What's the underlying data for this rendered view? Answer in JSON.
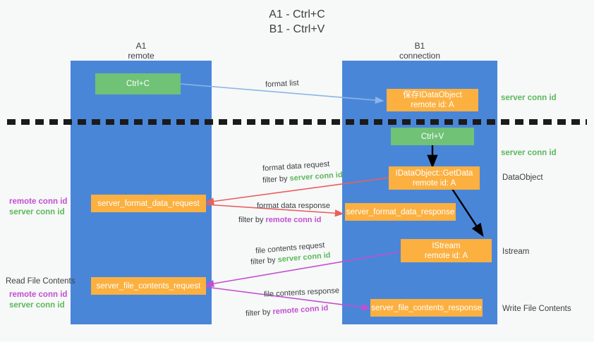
{
  "title": {
    "line1": "A1 - Ctrl+C",
    "line2": "B1 - Ctrl+V"
  },
  "lanes": [
    {
      "id": "a1",
      "name": "A1",
      "subtitle": "remote"
    },
    {
      "id": "b1",
      "name": "B1",
      "subtitle": "connection"
    }
  ],
  "boxes": {
    "ctrl_c": {
      "label": "Ctrl+C"
    },
    "ctrl_v": {
      "label": "Ctrl+V"
    },
    "idataobject_top": {
      "line1": "保存IDataObject",
      "line2": "remote id: A"
    },
    "idataobject_getdata": {
      "line1": "IDataObject::GetData",
      "line2": "remote id: A"
    },
    "istream": {
      "line1": "IStream",
      "line2": "remote id: A"
    },
    "server_format_data_request": {
      "label": "server_format_data_request"
    },
    "server_format_data_response": {
      "label": "server_format_data_response"
    },
    "server_file_contents_request": {
      "label": "server_file_contents_request"
    },
    "server_file_contents_response": {
      "label": "server_file_contents_response"
    }
  },
  "arrow_labels": {
    "format_list": "format list",
    "format_data_request": "format data request",
    "format_data_request_filter_prefix": "filter by ",
    "format_data_request_filter_value": "server conn id",
    "format_data_response": "format data response",
    "format_data_response_filter_prefix": "filter by ",
    "format_data_response_filter_value": "remote conn id",
    "file_contents_request": "file contents request",
    "file_contents_request_filter_prefix": "filter by ",
    "file_contents_request_filter_value": "server conn id",
    "file_contents_response": "file contents response",
    "file_contents_response_filter_prefix": "filter by ",
    "file_contents_response_filter_value": "remote conn id"
  },
  "right_labels": {
    "server_conn_id_1": "server conn id",
    "server_conn_id_2": "server conn id",
    "dataobject": "DataObject",
    "istream": "Istream",
    "write_file_contents": "Write File Contents"
  },
  "left_labels": {
    "remote_conn_id_1": "remote conn id",
    "server_conn_id_1": "server conn id",
    "read_file_contents": "Read File Contents",
    "remote_conn_id_2": "remote conn id",
    "server_conn_id_2": "server conn id"
  },
  "colors": {
    "lane": "#4a86d8",
    "green_box": "#6fc276",
    "orange_box": "#fbb040",
    "green_text": "#5cb85c",
    "purple_text": "#c24fd0",
    "arrow_blue": "#8ab6e8",
    "arrow_red": "#e8605d",
    "arrow_magenta": "#c24fd0",
    "arrow_black": "#000000",
    "background": "#f7f8f8"
  }
}
